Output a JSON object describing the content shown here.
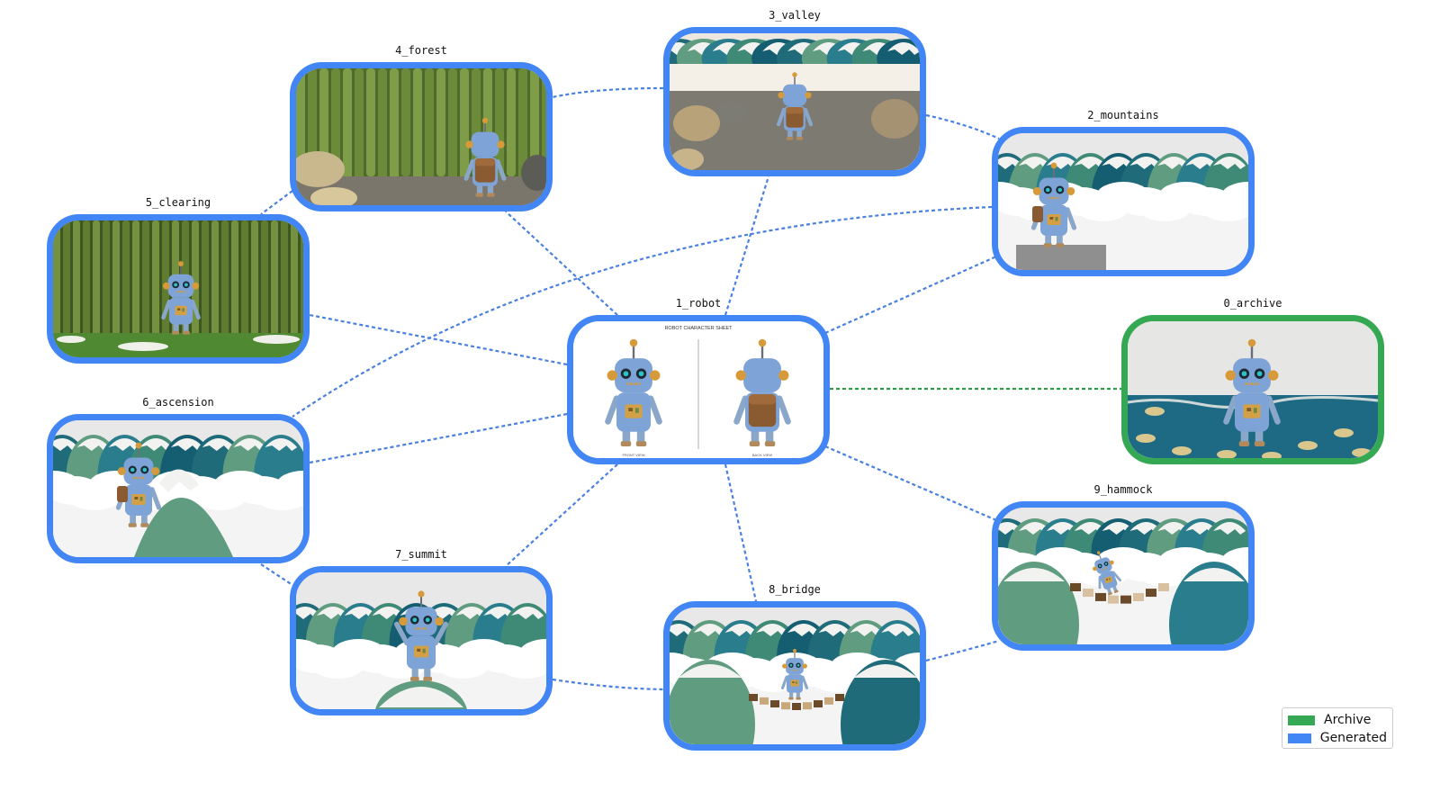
{
  "colors": {
    "archive": "#34a853",
    "generated": "#4285f4",
    "edge_generated": "#4a80e0",
    "edge_archive": "#2e9a48"
  },
  "nodes": [
    {
      "id": "1_robot",
      "label": "1_robot",
      "type": "generated",
      "scene": "sheet",
      "sheet_title": "ROBOT CHARACTER SHEET",
      "front_caption": "FRONT VIEW",
      "back_caption": "BACK VIEW"
    },
    {
      "id": "0_archive",
      "label": "0_archive",
      "type": "archive",
      "scene": "pond"
    },
    {
      "id": "2_mountains",
      "label": "2_mountains",
      "type": "generated",
      "scene": "mountains"
    },
    {
      "id": "3_valley",
      "label": "3_valley",
      "type": "generated",
      "scene": "valley"
    },
    {
      "id": "4_forest",
      "label": "4_forest",
      "type": "generated",
      "scene": "forest"
    },
    {
      "id": "5_clearing",
      "label": "5_clearing",
      "type": "generated",
      "scene": "clearing"
    },
    {
      "id": "6_ascension",
      "label": "6_ascension",
      "type": "generated",
      "scene": "ascension"
    },
    {
      "id": "7_summit",
      "label": "7_summit",
      "type": "generated",
      "scene": "summit"
    },
    {
      "id": "8_bridge",
      "label": "8_bridge",
      "type": "generated",
      "scene": "bridge"
    },
    {
      "id": "9_hammock",
      "label": "9_hammock",
      "type": "generated",
      "scene": "hammock"
    }
  ],
  "edges": [
    {
      "from": "1_robot",
      "to": "0_archive",
      "type": "archive"
    },
    {
      "from": "1_robot",
      "to": "2_mountains",
      "type": "generated"
    },
    {
      "from": "1_robot",
      "to": "3_valley",
      "type": "generated"
    },
    {
      "from": "1_robot",
      "to": "4_forest",
      "type": "generated"
    },
    {
      "from": "1_robot",
      "to": "5_clearing",
      "type": "generated"
    },
    {
      "from": "1_robot",
      "to": "6_ascension",
      "type": "generated"
    },
    {
      "from": "1_robot",
      "to": "7_summit",
      "type": "generated"
    },
    {
      "from": "1_robot",
      "to": "8_bridge",
      "type": "generated"
    },
    {
      "from": "1_robot",
      "to": "9_hammock",
      "type": "generated"
    },
    {
      "from": "3_valley",
      "to": "4_forest",
      "type": "generated"
    },
    {
      "from": "3_valley",
      "to": "2_mountains",
      "type": "generated"
    },
    {
      "from": "4_forest",
      "to": "5_clearing",
      "type": "generated"
    },
    {
      "from": "2_mountains",
      "to": "6_ascension",
      "type": "generated"
    },
    {
      "from": "6_ascension",
      "to": "7_summit",
      "type": "generated"
    },
    {
      "from": "7_summit",
      "to": "8_bridge",
      "type": "generated"
    },
    {
      "from": "8_bridge",
      "to": "9_hammock",
      "type": "generated"
    }
  ],
  "legend": {
    "items": [
      {
        "label": "Archive",
        "type": "archive"
      },
      {
        "label": "Generated",
        "type": "generated"
      }
    ]
  }
}
